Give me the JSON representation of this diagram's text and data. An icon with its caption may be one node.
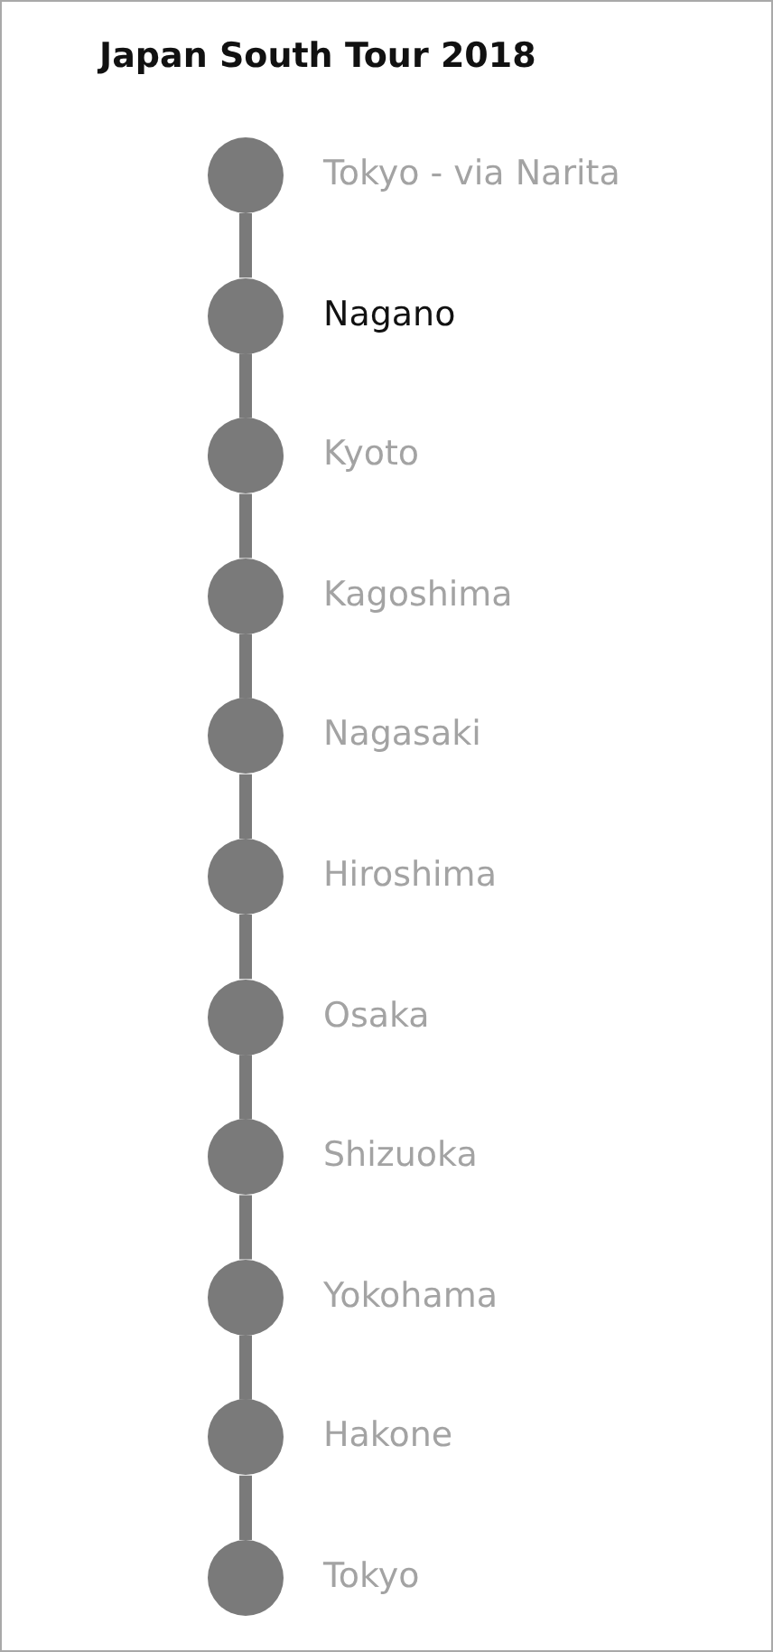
{
  "diagram": {
    "title": "Japan South Tour 2018",
    "nodes": [
      {
        "text": [],
        "shape": "circle",
        "beside": [
          "Tokyo - via Narita"
        ]
      },
      {
        "text": [],
        "shape": "circle",
        "beside": [
          "Nagano"
        ]
      },
      {
        "text": [],
        "shape": "circle",
        "beside": [
          "Kyoto"
        ]
      },
      {
        "text": [],
        "shape": "circle",
        "beside": [
          "Kagoshima"
        ]
      },
      {
        "text": [],
        "shape": "circle",
        "beside": [
          "Nagasaki"
        ]
      },
      {
        "text": [],
        "shape": "circle",
        "beside": [
          "Hiroshima"
        ]
      },
      {
        "text": [],
        "shape": "circle",
        "beside": [
          "Osaka"
        ]
      },
      {
        "text": [],
        "shape": "circle",
        "beside": [
          "Shizuoka"
        ]
      },
      {
        "text": [],
        "shape": "circle",
        "beside": [
          "Yokohama"
        ]
      },
      {
        "text": [],
        "shape": "circle",
        "beside": [
          "Hakone"
        ]
      },
      {
        "text": [],
        "shape": "circle",
        "beside": [
          "Tokyo"
        ]
      }
    ],
    "edges": [
      {
        "from": 0,
        "to": 1,
        "arrow": "none"
      },
      {
        "from": 1,
        "to": 2,
        "arrow": "none"
      },
      {
        "from": 2,
        "to": 3,
        "arrow": "none"
      },
      {
        "from": 3,
        "to": 4,
        "arrow": "none"
      },
      {
        "from": 4,
        "to": 5,
        "arrow": "none"
      },
      {
        "from": 5,
        "to": 6,
        "arrow": "none"
      },
      {
        "from": 6,
        "to": 7,
        "arrow": "none"
      },
      {
        "from": 7,
        "to": 8,
        "arrow": "none"
      },
      {
        "from": 8,
        "to": 9,
        "arrow": "none"
      },
      {
        "from": 9,
        "to": 10,
        "arrow": "none"
      }
    ]
  }
}
